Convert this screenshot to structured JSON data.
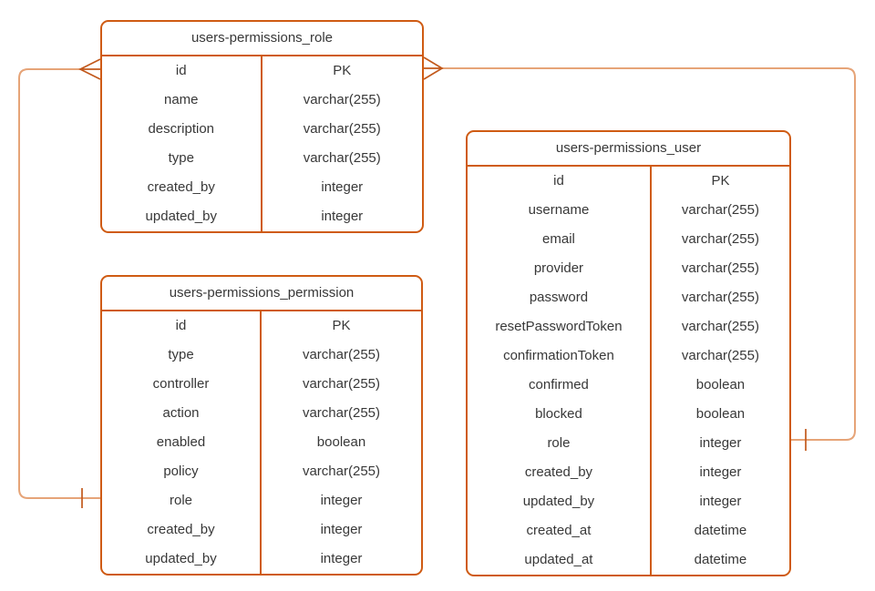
{
  "diagram": {
    "type": "entity-relationship-diagram",
    "colors": {
      "background": "#ffffff",
      "table_border": "#CF5B13",
      "connector": "#E6A478",
      "connector_symbol": "#C2591C",
      "text": "#383838"
    },
    "tables": [
      {
        "title": "users-permissions_role",
        "fields": [
          {
            "name": "id",
            "type": "PK"
          },
          {
            "name": "name",
            "type": "varchar(255)"
          },
          {
            "name": "description",
            "type": "varchar(255)"
          },
          {
            "name": "type",
            "type": "varchar(255)"
          },
          {
            "name": "created_by",
            "type": "integer"
          },
          {
            "name": "updated_by",
            "type": "integer"
          }
        ]
      },
      {
        "title": "users-permissions_permission",
        "fields": [
          {
            "name": "id",
            "type": "PK"
          },
          {
            "name": "type",
            "type": "varchar(255)"
          },
          {
            "name": "controller",
            "type": "varchar(255)"
          },
          {
            "name": "action",
            "type": "varchar(255)"
          },
          {
            "name": "enabled",
            "type": "boolean"
          },
          {
            "name": "policy",
            "type": "varchar(255)"
          },
          {
            "name": "role",
            "type": "integer"
          },
          {
            "name": "created_by",
            "type": "integer"
          },
          {
            "name": "updated_by",
            "type": "integer"
          }
        ]
      },
      {
        "title": "users-permissions_user",
        "fields": [
          {
            "name": "id",
            "type": "PK"
          },
          {
            "name": "username",
            "type": "varchar(255)"
          },
          {
            "name": "email",
            "type": "varchar(255)"
          },
          {
            "name": "provider",
            "type": "varchar(255)"
          },
          {
            "name": "password",
            "type": "varchar(255)"
          },
          {
            "name": "resetPasswordToken",
            "type": "varchar(255)"
          },
          {
            "name": "confirmationToken",
            "type": "varchar(255)"
          },
          {
            "name": "confirmed",
            "type": "boolean"
          },
          {
            "name": "blocked",
            "type": "boolean"
          },
          {
            "name": "role",
            "type": "integer"
          },
          {
            "name": "created_by",
            "type": "integer"
          },
          {
            "name": "updated_by",
            "type": "integer"
          },
          {
            "name": "created_at",
            "type": "datetime"
          },
          {
            "name": "updated_at",
            "type": "datetime"
          }
        ]
      }
    ],
    "relationships": [
      {
        "from": "users-permissions_role.id",
        "to": "users-permissions_permission.role",
        "from_symbol": "crow-foot-many",
        "to_symbol": "one-tick",
        "route": "left-side"
      },
      {
        "from": "users-permissions_role.id",
        "to": "users-permissions_user.role",
        "from_symbol": "crow-foot-many",
        "to_symbol": "one-tick",
        "route": "right-side"
      }
    ]
  }
}
